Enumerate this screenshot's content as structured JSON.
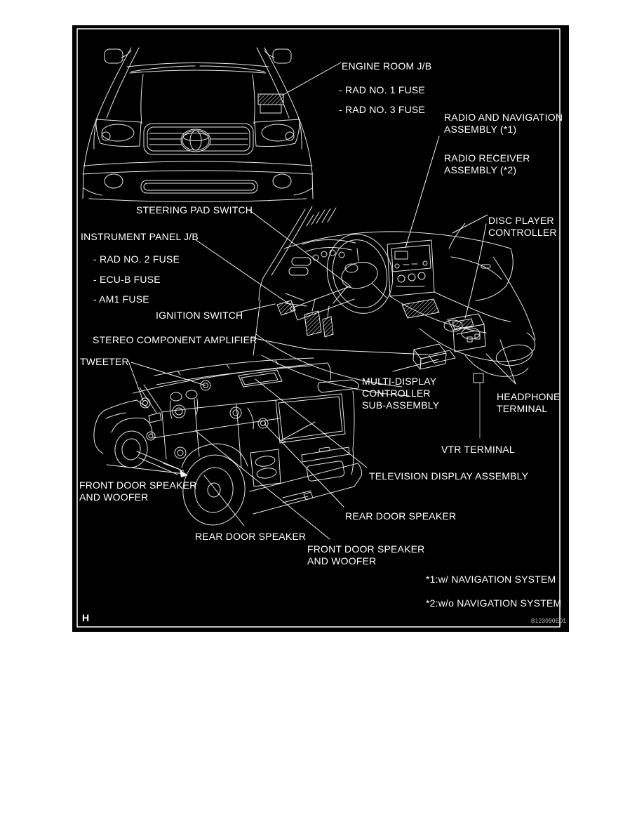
{
  "figure": {
    "page_marker": "H",
    "figure_code": "B123090E01"
  },
  "colors": {
    "background": "#000000",
    "page": "#ffffff",
    "line_art": "#e8e8e8",
    "text": "#ffffff",
    "border": "#ffffff"
  },
  "labels": {
    "engine_room_jb": {
      "lines": [
        "ENGINE ROOM J/B"
      ]
    },
    "rad_no1_fuse": {
      "lines": [
        "- RAD NO. 1 FUSE"
      ]
    },
    "rad_no3_fuse": {
      "lines": [
        "- RAD NO. 3 FUSE"
      ]
    },
    "radio_nav": {
      "lines": [
        "RADIO AND NAVIGATION",
        "ASSEMBLY (*1)"
      ]
    },
    "radio_receiver": {
      "lines": [
        "RADIO RECEIVER",
        "ASSEMBLY (*2)"
      ]
    },
    "steering_pad": {
      "lines": [
        "STEERING PAD SWITCH"
      ]
    },
    "disc_player": {
      "lines": [
        "DISC PLAYER",
        "CONTROLLER"
      ]
    },
    "instrument_panel_jb": {
      "lines": [
        "INSTRUMENT PANEL J/B"
      ]
    },
    "rad_no2_fuse": {
      "lines": [
        "- RAD NO. 2 FUSE"
      ]
    },
    "ecu_b_fuse": {
      "lines": [
        "- ECU-B FUSE"
      ]
    },
    "am1_fuse": {
      "lines": [
        "- AM1 FUSE"
      ]
    },
    "ignition_switch": {
      "lines": [
        "IGNITION SWITCH"
      ]
    },
    "stereo_amp": {
      "lines": [
        "STEREO COMPONENT AMPLIFIER"
      ]
    },
    "tweeter": {
      "lines": [
        "TWEETER"
      ]
    },
    "multi_display": {
      "lines": [
        "MULTI-DISPLAY",
        "CONTROLLER",
        "SUB-ASSEMBLY"
      ]
    },
    "headphone": {
      "lines": [
        "HEADPHONE",
        "TERMINAL"
      ]
    },
    "vtr_terminal": {
      "lines": [
        "VTR TERMINAL"
      ]
    },
    "television": {
      "lines": [
        "TELEVISION DISPLAY ASSEMBLY"
      ]
    },
    "front_door_left": {
      "lines": [
        "FRONT DOOR SPEAKER",
        "AND WOOFER"
      ]
    },
    "rear_door_right": {
      "lines": [
        "REAR DOOR SPEAKER"
      ]
    },
    "rear_door_left": {
      "lines": [
        "REAR DOOR SPEAKER"
      ]
    },
    "front_door_center": {
      "lines": [
        "FRONT DOOR SPEAKER",
        "AND WOOFER"
      ]
    }
  },
  "footnotes": {
    "note1": "*1:w/ NAVIGATION SYSTEM",
    "note2": "*2:w/o NAVIGATION SYSTEM"
  }
}
